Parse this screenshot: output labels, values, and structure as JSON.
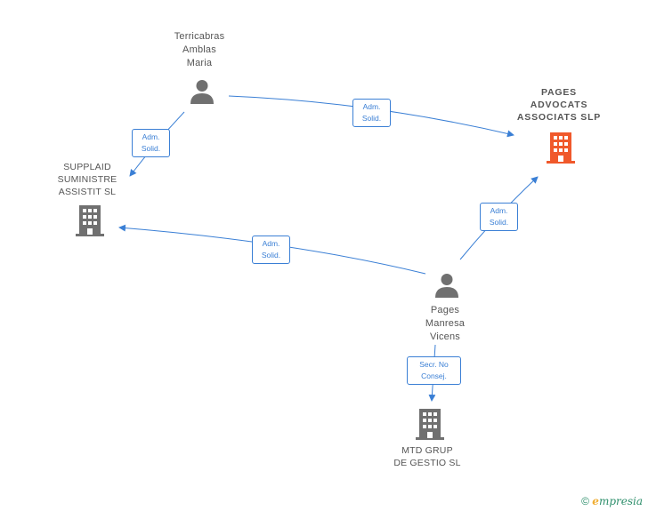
{
  "nodes": {
    "terricabras": {
      "label": "Terricabras\nAmblas\nMaria",
      "type": "person"
    },
    "pages_advocats": {
      "label": "PAGES\nADVOCATS\nASSOCIATS SLP",
      "type": "company-focus"
    },
    "supplaid": {
      "label": "SUPPLAID\nSUMINISTRE\nASSISTIT SL",
      "type": "company"
    },
    "pages_manresa": {
      "label": "Pages\nManresa\nVicens",
      "type": "person"
    },
    "mtd_grup": {
      "label": "MTD GRUP\nDE GESTIO SL",
      "type": "company"
    }
  },
  "relations": [
    {
      "id": "terricabras-to-pages-advocats",
      "label": "Adm.\nSolid."
    },
    {
      "id": "terricabras-to-supplaid",
      "label": "Adm.\nSolid."
    },
    {
      "id": "manresa-to-supplaid",
      "label": "Adm.\nSolid."
    },
    {
      "id": "manresa-to-pages-advocats",
      "label": "Adm.\nSolid."
    },
    {
      "id": "manresa-to-mtd-grup",
      "label": "Secr.  No\nConsej."
    }
  ],
  "colors": {
    "link": "#3a7fd5",
    "person": "#707070",
    "company": "#707070",
    "company_focus": "#f0592b"
  },
  "footer": {
    "copyright": "©",
    "brand_initial": "e",
    "brand_rest": "mpresia"
  }
}
